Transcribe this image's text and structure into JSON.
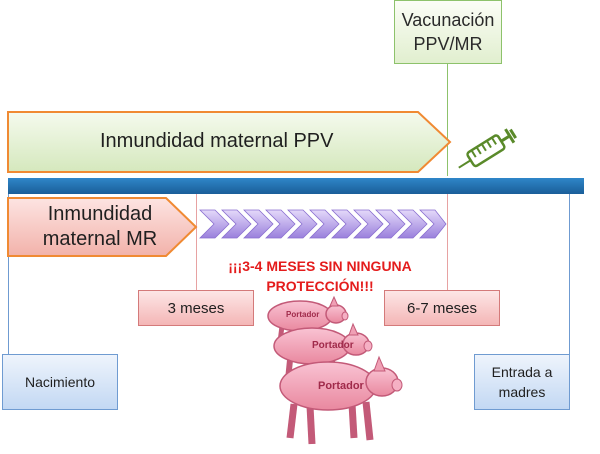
{
  "vaccination": {
    "line1": "Vacunación",
    "line2": "PPV/MR"
  },
  "ppv_immunity": {
    "label": "Inmundidad maternal PPV"
  },
  "mr_immunity": {
    "line1": "Inmundidad",
    "line2": "maternal MR"
  },
  "warning": {
    "line1": "¡¡¡3-4 MESES SIN NINGUNA",
    "line2": "PROTECCIÓN!!!"
  },
  "three_months": {
    "label": "3 meses"
  },
  "six_seven_months": {
    "label": "6-7 meses"
  },
  "birth": {
    "label": "Nacimiento"
  },
  "entry": {
    "line1": "Entrada a",
    "line2": "madres"
  },
  "pigs": {
    "small": "Portador",
    "medium": "Portador",
    "large": "Portador"
  },
  "colors": {
    "green_fill": "#e3f0d3",
    "orange_border": "#f08a33",
    "pink": "#f4b6b6",
    "timeline_blue": "#1f6cb0",
    "warning_red": "#e41c1c",
    "chevron_purple": "#b6a2e6"
  }
}
